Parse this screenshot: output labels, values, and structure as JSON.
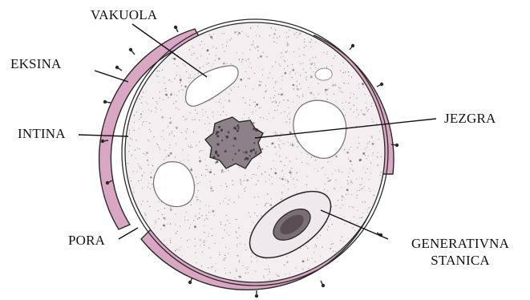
{
  "labels": {
    "vakuola": "VAKUOLA",
    "eksina": "EKSINA",
    "intina": "INTINA",
    "jezgra": "JEZGRA",
    "pora": "PORA",
    "generativna_line1": "GENERATIVNA",
    "generativna_line2": "STANICA"
  },
  "colors": {
    "exine_fill": "#d9a6c4",
    "cytoplasm_fill": "#f3eef0",
    "stipple": "#6a5a62",
    "outline": "#2a2a2a",
    "text": "#111111"
  }
}
